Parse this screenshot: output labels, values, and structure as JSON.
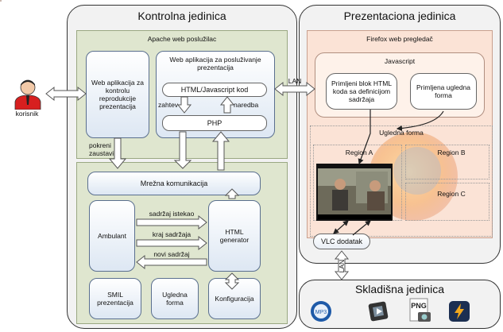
{
  "user": {
    "label": "korisnik"
  },
  "control": {
    "title": "Kontrolna jedinica",
    "apache": "Apache web poslužilac",
    "web_app_control": "Web aplikacija za kontrolu reprodukcije prezentacija",
    "web_app_serve": "Web aplikacija za posluživanje prezentacija",
    "html_js_code": "HTML/Javascript kod",
    "request": "zahtev",
    "command": "naredba",
    "php": "PHP",
    "start_stop": "pokreni\nzaustavi",
    "network": "Mrežna komunikacija",
    "ambulant": "Ambulant",
    "content_expired": "sadržaj istekao",
    "content_end": "kraj sadržaja",
    "new_content": "novi sadržaj",
    "html_generator": "HTML\ngenerator",
    "smil": "SMIL\nprezentacija",
    "sample_form": "Ugledna\nforma",
    "config": "Konfiguracija"
  },
  "lan_labels": [
    "LAN",
    "LAN"
  ],
  "presentation": {
    "title": "Prezentaciona jedinica",
    "firefox": "Firefox web pregledač",
    "javascript": "Javascript",
    "received_html": "Primljeni blok HTML koda sa definicijom sadržaja",
    "received_form": "Primljena ugledna forma",
    "sample_form": "Ugledna forma",
    "regions": [
      "Region A",
      "Region B",
      "Region C"
    ],
    "vlc": "VLC dodatak"
  },
  "storage": {
    "title": "Skladišna jedinica",
    "icons": [
      "mp3-icon",
      "video-icon",
      "png-image-icon",
      "media-player-icon"
    ],
    "icon_texts": [
      "MP3",
      "PNG"
    ]
  },
  "colors": {
    "control_inner": "#dfe6cf",
    "presentation_inner": "#fbe3d6",
    "box_blue": "#dde7f3"
  }
}
